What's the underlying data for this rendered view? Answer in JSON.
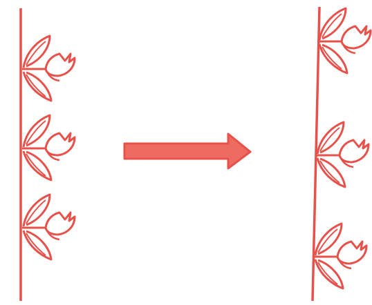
{
  "diagram": {
    "stroke_color": "#e8504a",
    "arrow_color": "#ee6b62",
    "left_group": {
      "flower_count": 3
    },
    "right_group": {
      "flower_count": 3
    },
    "arrow": {
      "direction": "right"
    }
  }
}
